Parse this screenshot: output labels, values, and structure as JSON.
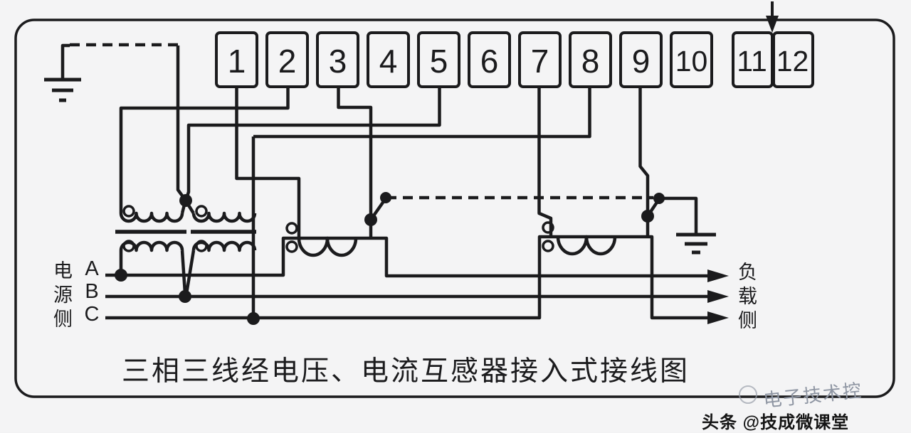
{
  "colors": {
    "line": "#1b1b1d",
    "background": "#f4f4f5",
    "watermark_gray": "#8f96a3",
    "credit_black": "#141414"
  },
  "terminals": [
    "1",
    "2",
    "3",
    "4",
    "5",
    "6",
    "7",
    "8",
    "9",
    "10",
    "11",
    "12"
  ],
  "phase_labels": {
    "a": "A",
    "b": "B",
    "c": "C"
  },
  "source_side_label": "电源侧",
  "load_side_label": "负载侧",
  "title": "三相三线经电压、电流互感器接入式接线图",
  "watermark": {
    "brand": "电子技术控",
    "credit": "头条 @技成微课堂"
  },
  "icons": {
    "left_ground": "ground-icon",
    "right_ground": "ground-icon",
    "load_arrow": "arrow-right-icon",
    "top_pointer": "arrow-down-icon"
  }
}
